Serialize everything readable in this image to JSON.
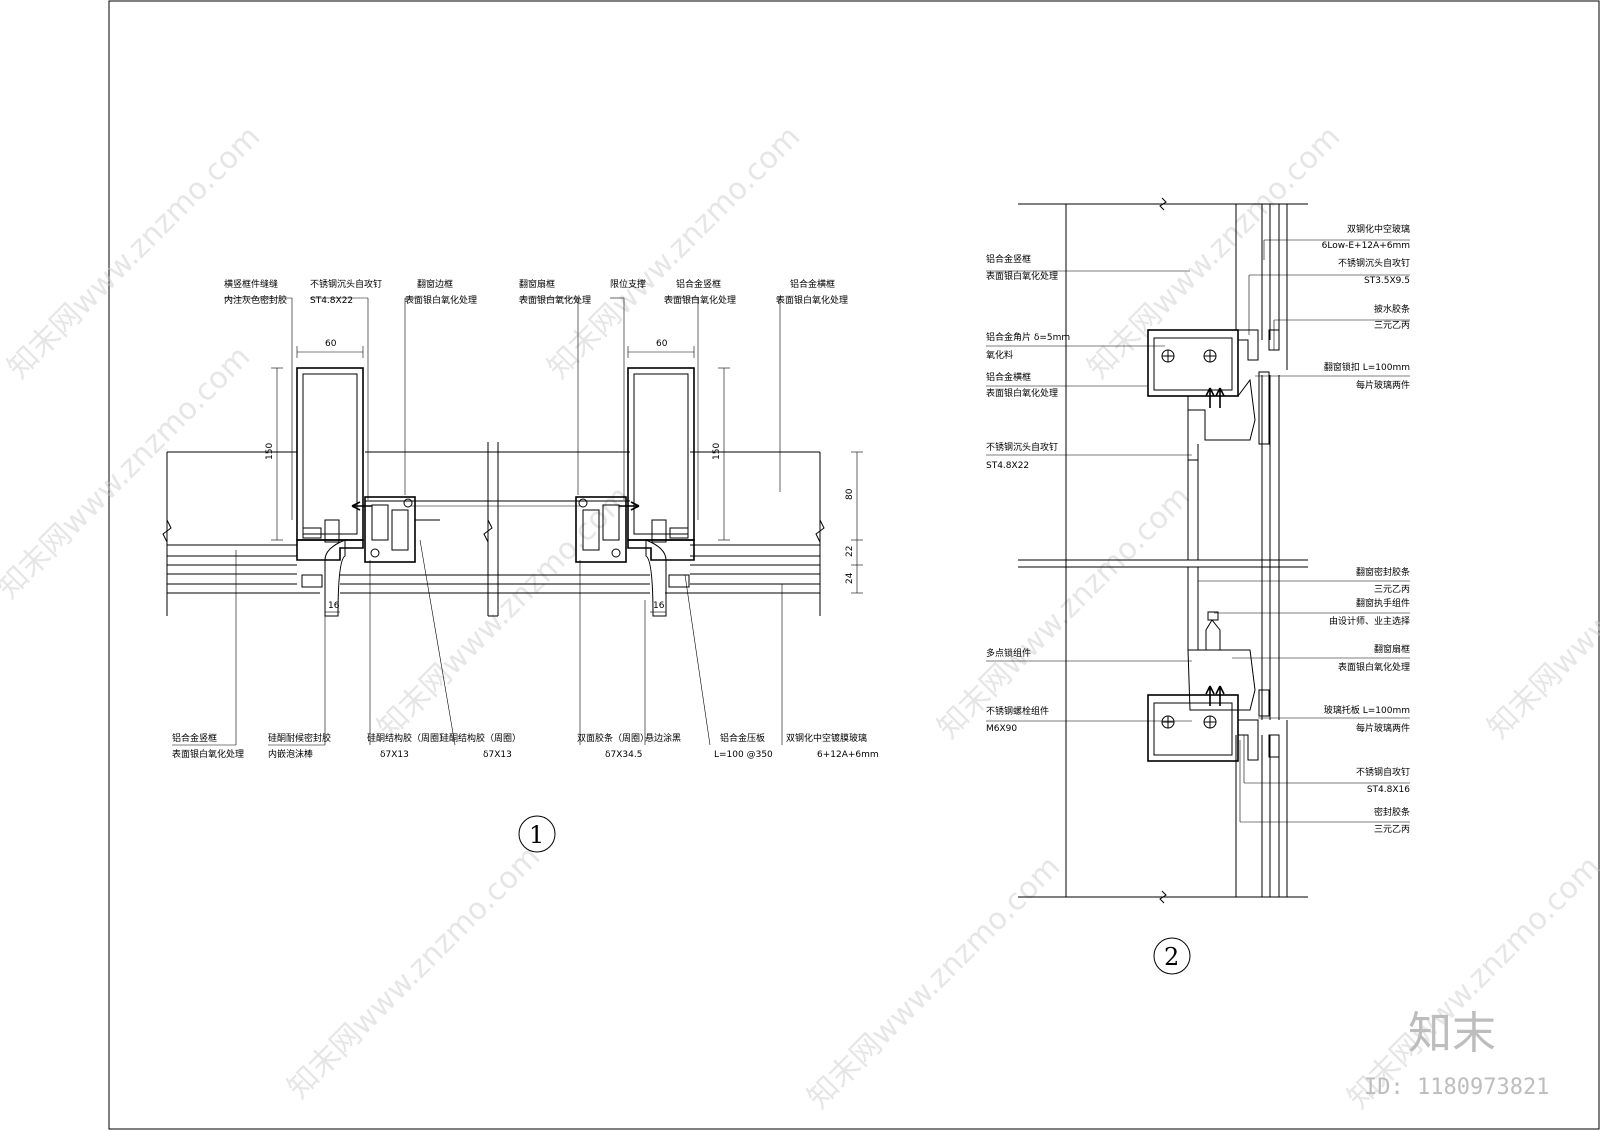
{
  "watermark": {
    "text": "知末网www.znzmo.com"
  },
  "brand": {
    "logo": "知末",
    "id": "ID: 1180973821"
  },
  "detail1": {
    "number": "1",
    "top_labels": [
      {
        "line1": "横竖框件缝缝",
        "line2": "内注灰色密封胶"
      },
      {
        "line1": "不锈钢沉头自攻钉",
        "line2": "ST4.8X22"
      },
      {
        "line1": "翻窗边框",
        "line2": "表面银白氧化处理"
      },
      {
        "line1": "翻窗扇框",
        "line2": "表面银白氧化处理"
      },
      {
        "line1": "限位支撑",
        "line2": ""
      },
      {
        "line1": "铝合金竖框",
        "line2": "表面银白氧化处理"
      },
      {
        "line1": "铝合金横框",
        "line2": "表面银白氧化处理"
      }
    ],
    "bottom_labels": [
      {
        "line1": "铝合金竖框",
        "line2": "表面银白氧化处理"
      },
      {
        "line1": "硅酮耐候密封胶",
        "line2": "内嵌泡沫棒"
      },
      {
        "line1": "硅酮结构胶（周圈）",
        "line2": "δ7X13"
      },
      {
        "line1": "硅酮结构胶（周圈）",
        "line2": "δ7X13"
      },
      {
        "line1": "双面胶条（周圈）",
        "line2": "δ7X34.5"
      },
      {
        "line1": "悬边涂黑",
        "line2": ""
      },
      {
        "line1": "铝合金压板",
        "line2": "L=100 @350"
      },
      {
        "line1": "双钢化中空镀膜玻璃",
        "line2": "6+12A+6mm"
      }
    ],
    "dims": {
      "w60": "60",
      "h150": "150",
      "h80": "80",
      "h22": "22",
      "h24": "24",
      "w16": "16"
    }
  },
  "detail2": {
    "number": "2",
    "left_labels": [
      {
        "line1": "铝合金竖框",
        "line2": "表面银白氧化处理"
      },
      {
        "line1": "铝合金角片 δ=5mm",
        "line2": "氧化料"
      },
      {
        "line1": "铝合金横框",
        "line2": "表面银白氧化处理"
      },
      {
        "line1": "不锈钢沉头自攻钉",
        "line2": "ST4.8X22"
      },
      {
        "line1": "多点锁组件",
        "line2": ""
      },
      {
        "line1": "不锈钢螺栓组件",
        "line2": "M6X90"
      }
    ],
    "right_labels": [
      {
        "line1": "双钢化中空玻璃",
        "line2": "6Low-E+12A+6mm"
      },
      {
        "line1": "不锈钢沉头自攻钉",
        "line2": "ST3.5X9.5"
      },
      {
        "line1": "披水胶条",
        "line2": "三元乙丙"
      },
      {
        "line1": "翻窗锁扣 L=100mm",
        "line2": "每片玻璃两件"
      },
      {
        "line1": "翻窗密封胶条",
        "line2": "三元乙丙"
      },
      {
        "line1": "翻窗执手组件",
        "line2": "由设计师、业主选择"
      },
      {
        "line1": "翻窗扇框",
        "line2": "表面银白氧化处理"
      },
      {
        "line1": "玻璃托板 L=100mm",
        "line2": "每片玻璃两件"
      },
      {
        "line1": "不锈钢自攻钉",
        "line2": "ST4.8X16"
      },
      {
        "line1": "密封胶条",
        "line2": "三元乙丙"
      }
    ]
  }
}
